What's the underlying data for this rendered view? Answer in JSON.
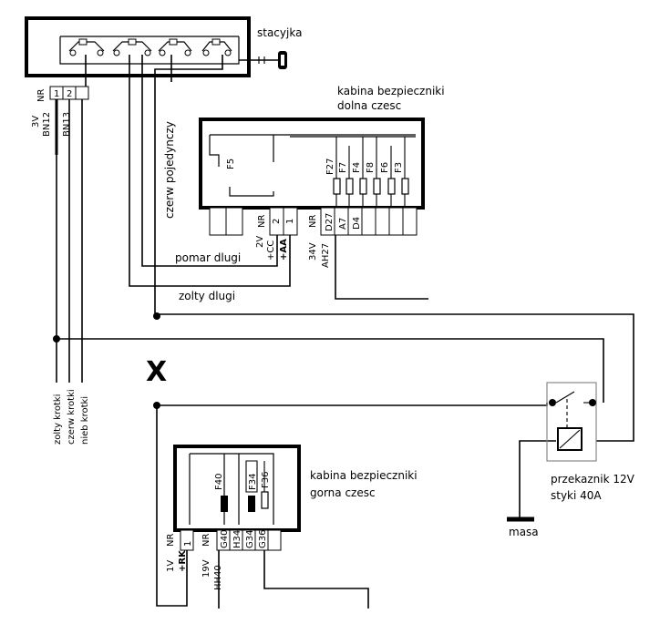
{
  "ignition": {
    "label": "stacyjka",
    "pin_labels": [
      "3V",
      "NR",
      "1",
      "2"
    ],
    "wire_labels": [
      "BN12",
      "BN13"
    ]
  },
  "lower_box": {
    "label_line1": "kabina bezpieczniki",
    "label_line2": "dolna czesc",
    "inner_label": "F5",
    "fuses": [
      "F27",
      "F7",
      "F4",
      "F8",
      "F6",
      "F3"
    ],
    "conn_left": [
      "NR",
      "2",
      "1"
    ],
    "conn_right": [
      "NR",
      "D27",
      "A7",
      "D4"
    ],
    "under_left": [
      "2V",
      "+CC",
      "+AA"
    ],
    "under_right": [
      "34V",
      "AH27"
    ]
  },
  "wires": {
    "czerw_pojedynczy": "czerw pojedynczy",
    "pomar_dlugi": "pomar dlugi",
    "zolty_dlugi": "zolty dlugi",
    "zolty_krotki": "zolty krotki",
    "czerw_krotki": "czerw krotki",
    "nieb_krotki": "nieb krotki"
  },
  "upper_box": {
    "label_line1": "kabina bezpieczniki",
    "label_line2": "gorna czesc",
    "fuses": [
      "F40",
      "F34",
      "F36"
    ],
    "conn_left": [
      "1V",
      "NR",
      "+RK",
      "1"
    ],
    "conn_right": [
      "19V",
      "NR",
      "G40",
      "H34",
      "G34",
      "G36"
    ],
    "under": "HH40"
  },
  "relay": {
    "label_line1": "przekaznik 12V",
    "label_line2": "styki 40A"
  },
  "ground": {
    "label": "masa"
  },
  "cut_mark": "X"
}
